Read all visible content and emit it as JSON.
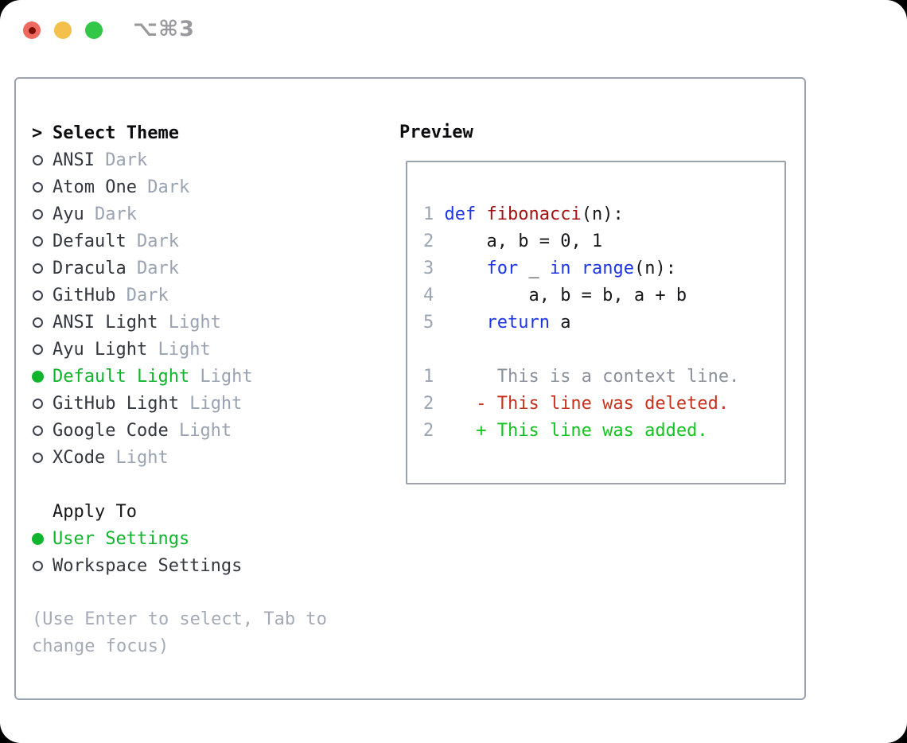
{
  "titlebar": {
    "title": "⌥⌘3"
  },
  "colors": {
    "border": "#9aa2ae",
    "selected_green": "#11b52d",
    "keyword_blue": "#1c35e6",
    "function_red": "#a41110",
    "deleted_red": "#c7331d",
    "added_green": "#15c322",
    "traffic_red": "#ee6a5e",
    "traffic_yellow": "#f5bf4c",
    "traffic_green": "#33c748"
  },
  "picker": {
    "prompt": ">",
    "heading": "Select Theme",
    "themes": [
      {
        "name": "ANSI",
        "variant": "Dark",
        "selected": false
      },
      {
        "name": "Atom One",
        "variant": "Dark",
        "selected": false
      },
      {
        "name": "Ayu",
        "variant": "Dark",
        "selected": false
      },
      {
        "name": "Default",
        "variant": "Dark",
        "selected": false
      },
      {
        "name": "Dracula",
        "variant": "Dark",
        "selected": false
      },
      {
        "name": "GitHub",
        "variant": "Dark",
        "selected": false
      },
      {
        "name": "ANSI Light",
        "variant": "Light",
        "selected": false
      },
      {
        "name": "Ayu Light",
        "variant": "Light",
        "selected": false
      },
      {
        "name": "Default Light",
        "variant": "Light",
        "selected": true
      },
      {
        "name": "GitHub Light",
        "variant": "Light",
        "selected": false
      },
      {
        "name": "Google Code",
        "variant": "Light",
        "selected": false
      },
      {
        "name": "XCode",
        "variant": "Light",
        "selected": false
      }
    ],
    "apply_to": {
      "heading": "Apply To",
      "options": [
        {
          "label": "User Settings",
          "selected": true
        },
        {
          "label": "Workspace Settings",
          "selected": false
        }
      ]
    },
    "hint_lines": [
      "(Use Enter to select, Tab to",
      "change focus)"
    ]
  },
  "preview": {
    "heading": "Preview",
    "lines": [
      {
        "tokens": [
          [
            "1 ",
            "num"
          ],
          [
            "def",
            "kw"
          ],
          [
            " ",
            "pl"
          ],
          [
            "fibonacci",
            "fn"
          ],
          [
            "(n):",
            "pl"
          ]
        ]
      },
      {
        "tokens": [
          [
            "2 ",
            "num"
          ],
          [
            "    a, b = 0, 1",
            "pl"
          ]
        ]
      },
      {
        "tokens": [
          [
            "3 ",
            "num"
          ],
          [
            "    ",
            "pl"
          ],
          [
            "for",
            "kw"
          ],
          [
            " _ ",
            "pl"
          ],
          [
            "in",
            "kw"
          ],
          [
            " ",
            "pl"
          ],
          [
            "range",
            "kw"
          ],
          [
            "(n):",
            "pl"
          ]
        ]
      },
      {
        "tokens": [
          [
            "4 ",
            "num"
          ],
          [
            "        a, b = b, a + b",
            "pl"
          ]
        ]
      },
      {
        "tokens": [
          [
            "5 ",
            "num"
          ],
          [
            "    ",
            "pl"
          ],
          [
            "return",
            "kw"
          ],
          [
            " a",
            "pl"
          ]
        ]
      },
      {
        "tokens": []
      },
      {
        "tokens": [
          [
            "1",
            "num"
          ],
          [
            "      This is a context line.",
            "ctx"
          ]
        ]
      },
      {
        "tokens": [
          [
            "2",
            "num"
          ],
          [
            "    - This line was deleted.",
            "del"
          ]
        ]
      },
      {
        "tokens": [
          [
            "2",
            "num"
          ],
          [
            "    + This line was added.",
            "add"
          ]
        ]
      }
    ]
  }
}
